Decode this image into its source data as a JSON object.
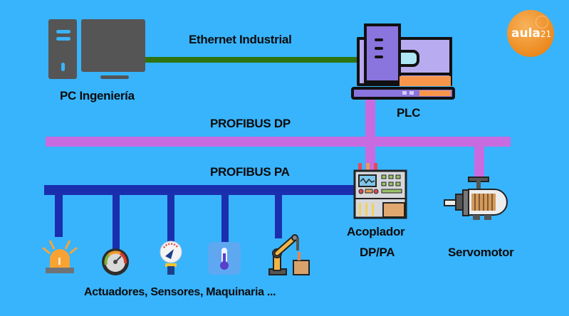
{
  "colors": {
    "background": "#38B4FD",
    "ethernet": "#2E7310",
    "profibus_dp": "#C86BE0",
    "profibus_pa": "#1A2FAE"
  },
  "logo": {
    "text_main": "aula",
    "text_num": "21"
  },
  "labels": {
    "ethernet": "Ethernet Industrial",
    "pc": "PC Ingeniería",
    "plc": "PLC",
    "profibus_dp": "PROFIBUS DP",
    "profibus_pa": "PROFIBUS PA",
    "coupler_line1": "Acoplador",
    "coupler_line2": "DP/PA",
    "servomotor": "Servomotor",
    "field_devices": "Actuadores, Sensores, Maquinaria ..."
  },
  "field_devices": [
    {
      "icon": "warning-beacon-icon"
    },
    {
      "icon": "gauge-icon"
    },
    {
      "icon": "pressure-gauge-icon"
    },
    {
      "icon": "thermometer-icon"
    },
    {
      "icon": "robot-arm-icon"
    }
  ]
}
